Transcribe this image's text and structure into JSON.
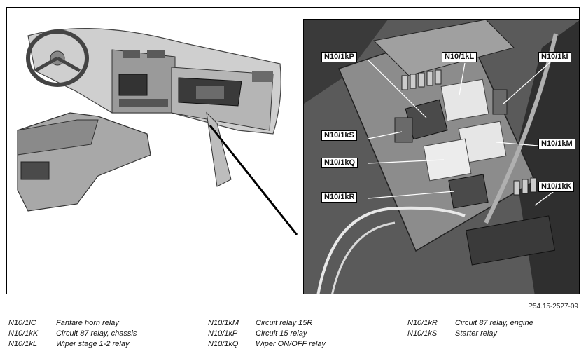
{
  "labels": {
    "kP": "N10/1kP",
    "kL": "N10/1kL",
    "kI": "N10/1kI",
    "kS": "N10/1kS",
    "kM": "N10/1kM",
    "kQ": "N10/1kQ",
    "kK": "N10/1kK",
    "kR": "N10/1kR"
  },
  "reference": "P54.15-2527-09",
  "legend": {
    "col1": [
      {
        "code": "N10/1lC",
        "desc": "Fanfare horn relay"
      },
      {
        "code": "N10/1kK",
        "desc": "Circuit 87 relay, chassis"
      },
      {
        "code": "N10/1kL",
        "desc": "Wiper stage 1-2 relay"
      }
    ],
    "col2": [
      {
        "code": "N10/1kM",
        "desc": "Circuit relay 15R"
      },
      {
        "code": "N10/1kP",
        "desc": "Circuit 15 relay"
      },
      {
        "code": "N10/1kQ",
        "desc": "Wiper ON/OFF relay"
      }
    ],
    "col3": [
      {
        "code": "N10/1kR",
        "desc": "Circuit 87 relay, engine"
      },
      {
        "code": "N10/1kS",
        "desc": "Starter relay"
      }
    ]
  }
}
